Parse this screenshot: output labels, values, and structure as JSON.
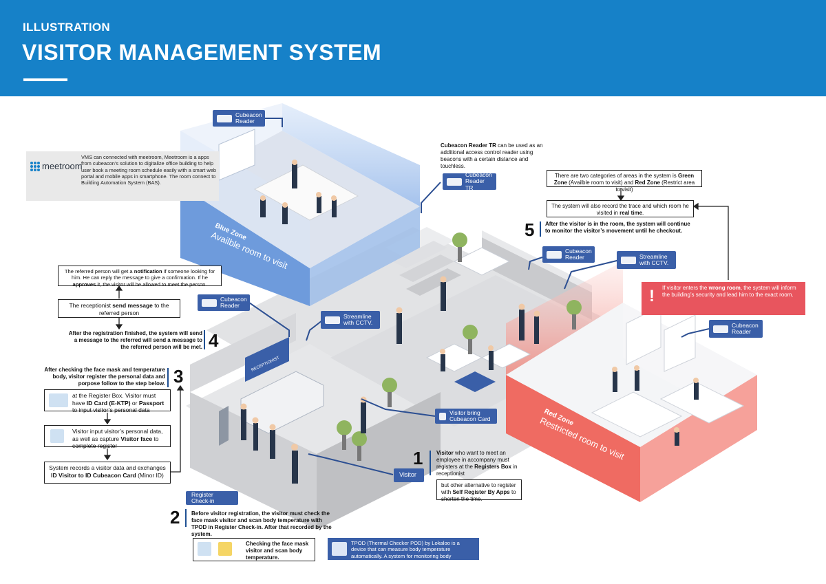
{
  "header": {
    "subtitle": "ILLUSTRATION",
    "title": "VISITOR MANAGEMENT SYSTEM"
  },
  "zones": {
    "blue_name": "Blue Zone",
    "blue_desc": "Availble room to visit",
    "red_name": "Red Zone",
    "red_desc": "Restricted room to visit",
    "receptionist_sign": "RECEPTIONIST"
  },
  "devices": {
    "reader_top": "Cubeacon Reader",
    "reader_tr": "Cubeacon Reader TR",
    "reader_mid": "Cubeacon Reader",
    "reader_left": "Cubeacon Reader",
    "reader_right": "Cubeacon Reader",
    "cctv_left": "Streamline with CCTV.",
    "cctv_right": "Streamline with CCTV.",
    "visitor_card": "Visitor bring Cubeacon Card",
    "visitor": "Visitor",
    "register_checkin": "Register Check-in"
  },
  "meetroom": {
    "brand": "meetroom",
    "text": "VMS can connected with meetroom, Meetroom is a apps from cubeacon’s solution to digitalize office building to help user book a meeting room schedule easily with a smart web portal and mobile apps in smartphone. The room connect to Building Automation System (BAS)."
  },
  "reader_tr_note": {
    "lead": "Cubeacon Reader TR",
    "rest": " can be used as an additional access control reader using beacons with a certain distance and touchless."
  },
  "step5": {
    "number": "5",
    "zones_a": "There are two categories of areas in the system is ",
    "zones_green": "Green Zone",
    "zones_b": " (Availble room to visit) and ",
    "zones_red": "Red Zone",
    "zones_c": " (Restrict area to visit)",
    "trace_a": "The system will also record the trace and which room he visited in ",
    "trace_bold": "real time",
    "trace_c": ".",
    "main": "After the visitor is in the room, the system will continue to monitor the visitor’s movement until he checkout.",
    "alert_a": "If visitor enters the ",
    "alert_bold": "wrong room",
    "alert_c": ", the system will inform the building’s security and lead him to the exact room.",
    "alert_mark": "!"
  },
  "step4": {
    "number": "4",
    "notify_a": "The referred person will get a ",
    "notify_bold1": "notification",
    "notify_b": " if someone looking for him. He can reply the message to give a confirmation. If he ",
    "notify_bold2": "approves",
    "notify_c": " it, the visitor will be allowed to meet the person.",
    "send_a": "The receptionist ",
    "send_bold": "send message",
    "send_c": " to the referred person",
    "main": "After the registration finished, the system will send a message to the referred will send a message to the referred person will be met."
  },
  "step3": {
    "number": "3",
    "main": "After checking the face mask and temperature body, visitor register the personal data and porpose follow to the step below.",
    "box1_a": "at the Register Box. Visitor must have ",
    "box1_bold1": "ID Card (E-KTP)",
    "box1_b": " or ",
    "box1_bold2": "Passport",
    "box1_c": " to input visitor’s personal data",
    "box2_a": "Visitor input visitor’s personal data, as well as capture ",
    "box2_bold": "Visitor face",
    "box2_c": " to complete register",
    "box3_a": "System records a visitor data and exchanges ",
    "box3_bold": "ID Visitor to ID Cubeacon Card",
    "box3_c": " (Minor ID)"
  },
  "step2": {
    "number": "2",
    "main_a": "Before visitor registration, the visitor must check the ",
    "main_bold1": "face mask",
    "main_b": " visitor and scan ",
    "main_bold2": "body temperature",
    "main_c": " with TPOD in ",
    "main_bold3": "Register Check-in",
    "main_d": ". After that recorded by the system.",
    "check_a": "Checking the ",
    "check_bold": "face mask",
    "check_c": " visitor and scan body temperature."
  },
  "step1": {
    "number": "1",
    "main_a": "Visitor",
    "main_b": " who want to meet an employee in accompany must registers at the ",
    "main_bold": "Registers Box",
    "main_c": " in receptionist",
    "alt_a": "but other alternative to register with ",
    "alt_bold": "Self Register By Apps",
    "alt_c": " to shorten the time."
  },
  "tpod": {
    "text": "TPOD (Thermal Checker POD) by Lokaloo is a device that can measure body temperature automatically. A system for monitoring body temperature with IoT."
  },
  "colors": {
    "header": "#1681c8",
    "tag": "#3a5fa8",
    "blue_zone": "#6e9bdc",
    "red_zone": "#ef6b62",
    "alert": "#e8555e"
  }
}
